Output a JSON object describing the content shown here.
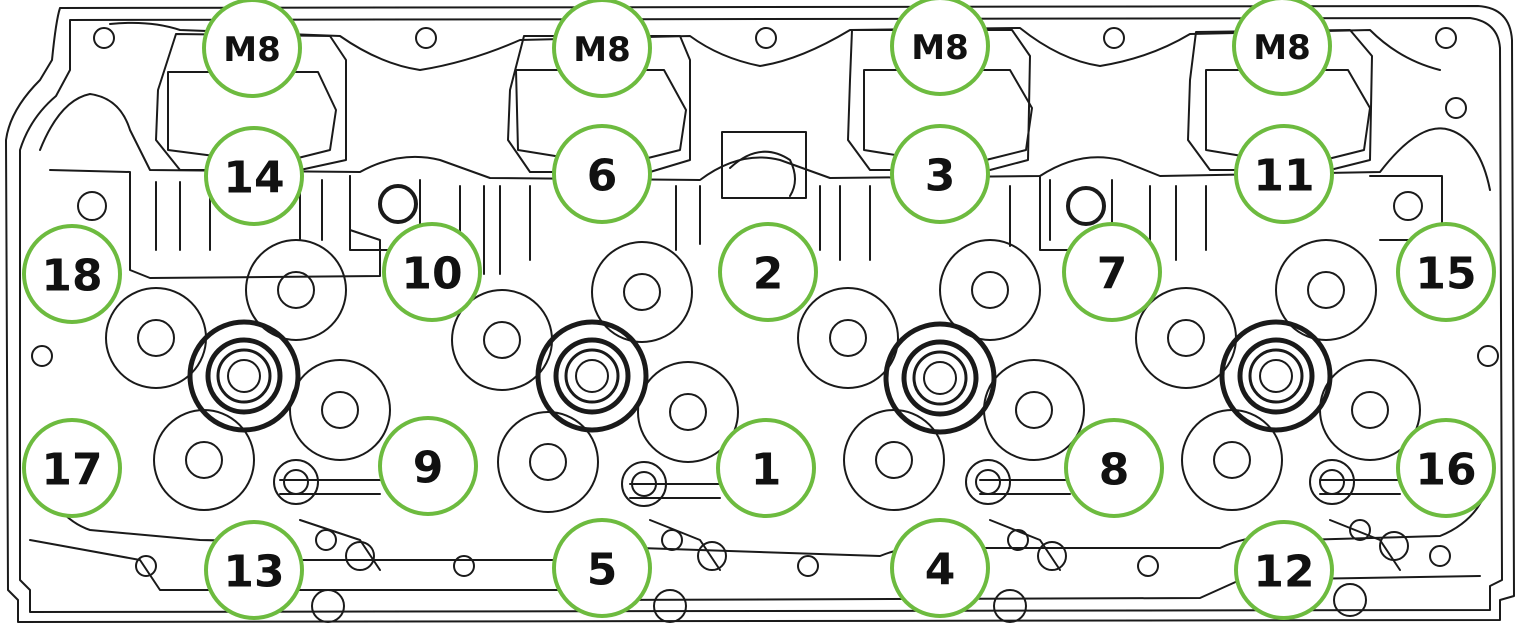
{
  "colors": {
    "badge_ring": "#6dbb3f",
    "badge_fill": "#ffffff",
    "badge_text": "#111111",
    "outline": "#1a1a1a"
  },
  "badges": [
    {
      "id": "m8-1",
      "label": "M8"
    },
    {
      "id": "m8-2",
      "label": "M8"
    },
    {
      "id": "m8-3",
      "label": "M8"
    },
    {
      "id": "m8-4",
      "label": "M8"
    },
    {
      "id": "bolt-14",
      "label": "14"
    },
    {
      "id": "bolt-6",
      "label": "6"
    },
    {
      "id": "bolt-3",
      "label": "3"
    },
    {
      "id": "bolt-11",
      "label": "11"
    },
    {
      "id": "bolt-18",
      "label": "18"
    },
    {
      "id": "bolt-10",
      "label": "10"
    },
    {
      "id": "bolt-2",
      "label": "2"
    },
    {
      "id": "bolt-7",
      "label": "7"
    },
    {
      "id": "bolt-15",
      "label": "15"
    },
    {
      "id": "bolt-17",
      "label": "17"
    },
    {
      "id": "bolt-9",
      "label": "9"
    },
    {
      "id": "bolt-1",
      "label": "1"
    },
    {
      "id": "bolt-8",
      "label": "8"
    },
    {
      "id": "bolt-16",
      "label": "16"
    },
    {
      "id": "bolt-13",
      "label": "13"
    },
    {
      "id": "bolt-5",
      "label": "5"
    },
    {
      "id": "bolt-4",
      "label": "4"
    },
    {
      "id": "bolt-12",
      "label": "12"
    }
  ]
}
